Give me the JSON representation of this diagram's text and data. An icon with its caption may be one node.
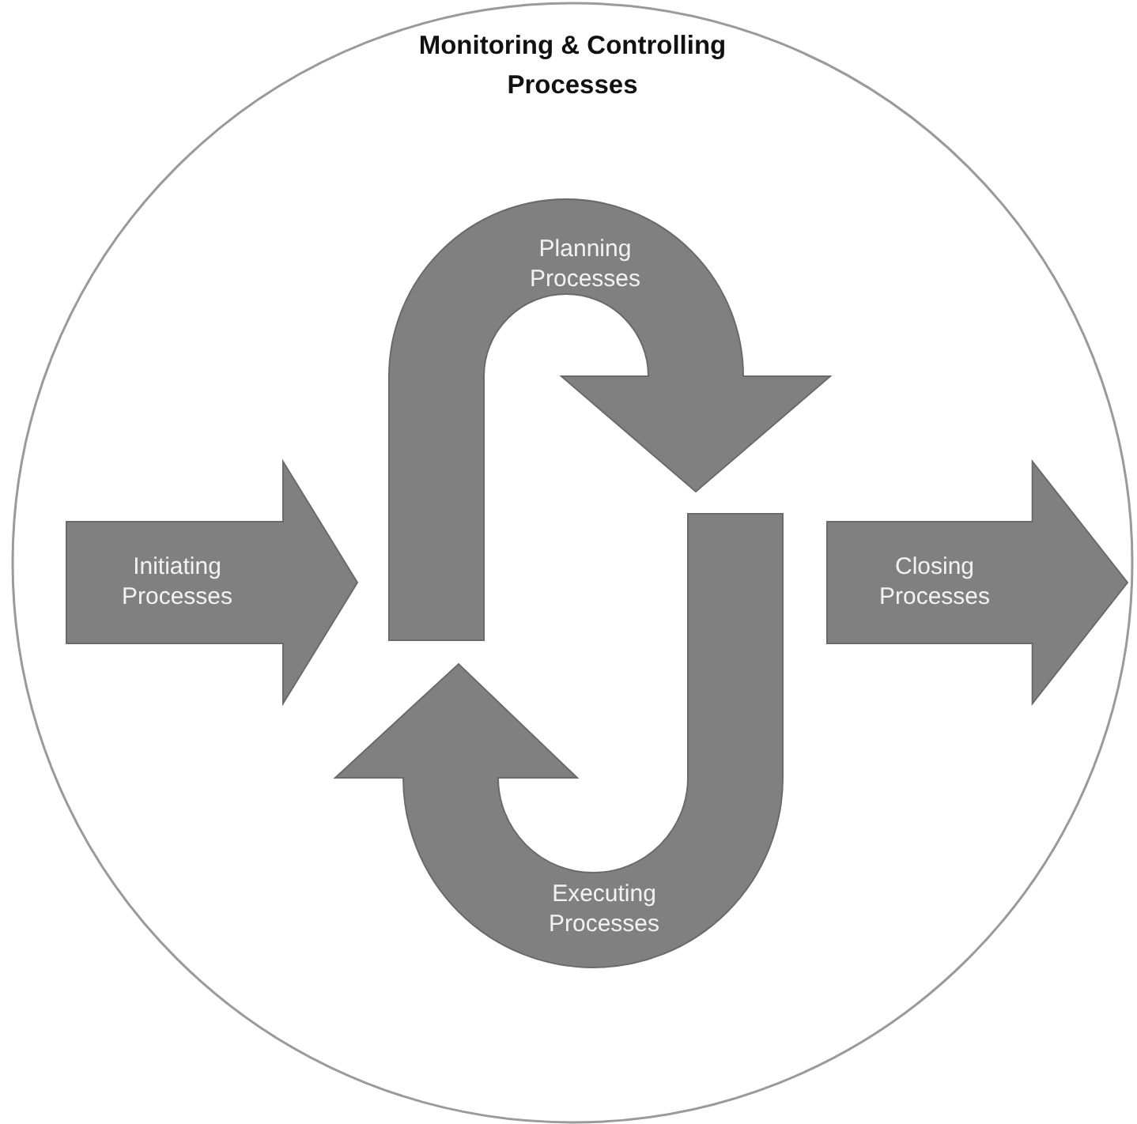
{
  "diagram": {
    "nodes": [
      {
        "text": [
          "Monitoring & Controlling Processes"
        ]
      },
      {
        "text": [
          "Initiating Processes"
        ],
        "in": 0
      },
      {
        "text": [
          "Planning Processes"
        ],
        "in": 0
      },
      {
        "text": [
          "Executing Processes"
        ],
        "in": 0
      },
      {
        "text": [
          "Closing Processes"
        ],
        "in": 0
      }
    ]
  }
}
